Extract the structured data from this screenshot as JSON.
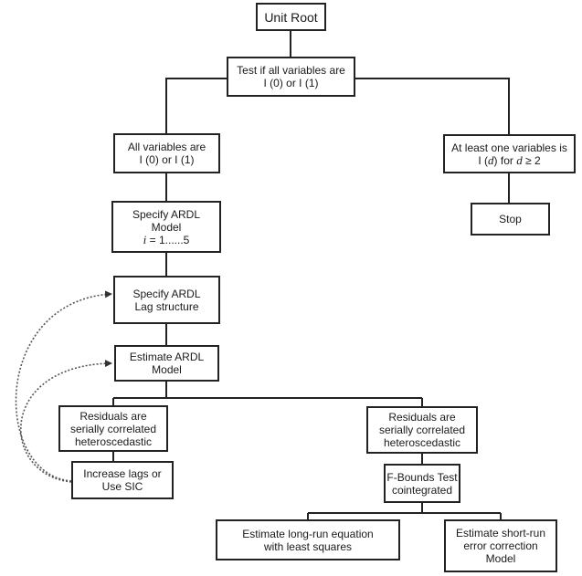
{
  "nodes": {
    "unit_root": {
      "lines": [
        "Unit Root"
      ]
    },
    "test_order": {
      "lines": [
        "Test if all variables are",
        "I (0) or I (1)"
      ]
    },
    "all_i0_i1": {
      "lines": [
        "All variables are",
        "I (0) or I (1)"
      ]
    },
    "at_least_one": {
      "line1": "At least one variables is",
      "line2_prefix": "I (",
      "line2_var": "d",
      "line2_mid": ") for ",
      "line2_var2": "d",
      "line2_suffix": " ≥ 2"
    },
    "stop": {
      "lines": [
        "Stop"
      ]
    },
    "specify_model": {
      "line1": "Specify ARDL",
      "line2": "Model",
      "line3_var": "i",
      "line3_rest": " = 1......5"
    },
    "specify_lag": {
      "lines": [
        "Specify ARDL",
        "Lag structure"
      ]
    },
    "estimate_ardl": {
      "lines": [
        "Estimate ARDL",
        "Model"
      ]
    },
    "residuals_left": {
      "lines": [
        "Residuals are",
        "serially correlated",
        "heteroscedastic"
      ]
    },
    "residuals_right": {
      "lines": [
        "Residuals are",
        "serially correlated",
        "heteroscedastic"
      ]
    },
    "increase_lags": {
      "lines": [
        "Increase lags or",
        "Use SIC"
      ]
    },
    "fbounds": {
      "lines": [
        "F-Bounds Test",
        "cointegrated"
      ]
    },
    "long_run": {
      "lines": [
        "Estimate long-run equation",
        "with least squares"
      ]
    },
    "short_run": {
      "lines": [
        "Estimate short-run",
        "error correction",
        "Model"
      ]
    }
  }
}
